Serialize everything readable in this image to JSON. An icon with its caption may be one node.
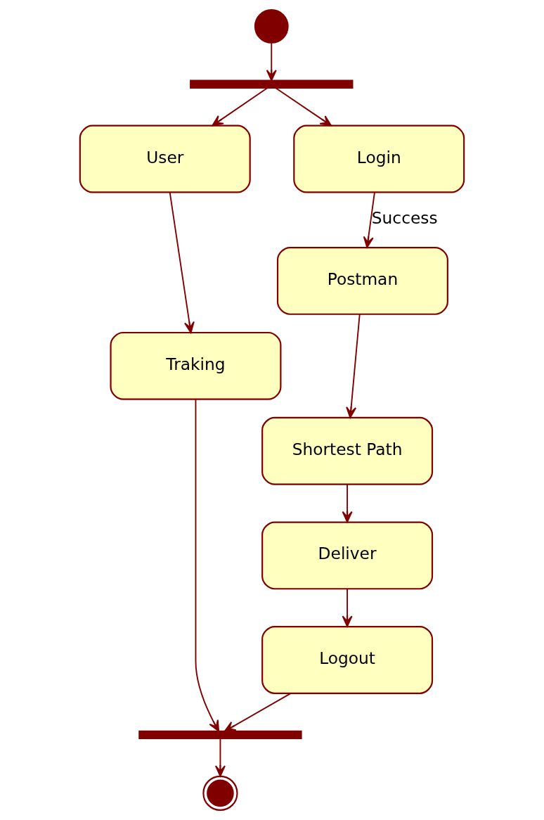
{
  "diagram": {
    "nodes": [
      {
        "text": [],
        "shape": "circle"
      },
      {
        "text": [],
        "shape": "bar"
      },
      {
        "text": [
          "User"
        ]
      },
      {
        "text": [
          "Login"
        ]
      },
      {
        "text": [
          "Traking"
        ]
      },
      {
        "text": [
          "Postman"
        ]
      },
      {
        "text": [
          "Shortest Path"
        ]
      },
      {
        "text": [
          "Deliver"
        ]
      },
      {
        "text": [
          "Logout"
        ]
      },
      {
        "text": [],
        "shape": "bar"
      },
      {
        "text": [],
        "shape": "bullseye"
      }
    ],
    "edges": [
      {
        "from": 0,
        "to": 1,
        "arrow": "to"
      },
      {
        "from": 1,
        "to": 2,
        "arrow": "to"
      },
      {
        "from": 1,
        "to": 3,
        "arrow": "to"
      },
      {
        "from": 2,
        "to": 4,
        "arrow": "to"
      },
      {
        "from": 3,
        "to": 5,
        "arrow": "to",
        "label": "Success"
      },
      {
        "from": 5,
        "to": 6,
        "arrow": "to"
      },
      {
        "from": 6,
        "to": 7,
        "arrow": "to"
      },
      {
        "from": 7,
        "to": 8,
        "arrow": "to"
      },
      {
        "from": 4,
        "to": 9,
        "arrow": "to"
      },
      {
        "from": 8,
        "to": 9,
        "arrow": "to"
      },
      {
        "from": 9,
        "to": 10,
        "arrow": "to"
      }
    ]
  }
}
